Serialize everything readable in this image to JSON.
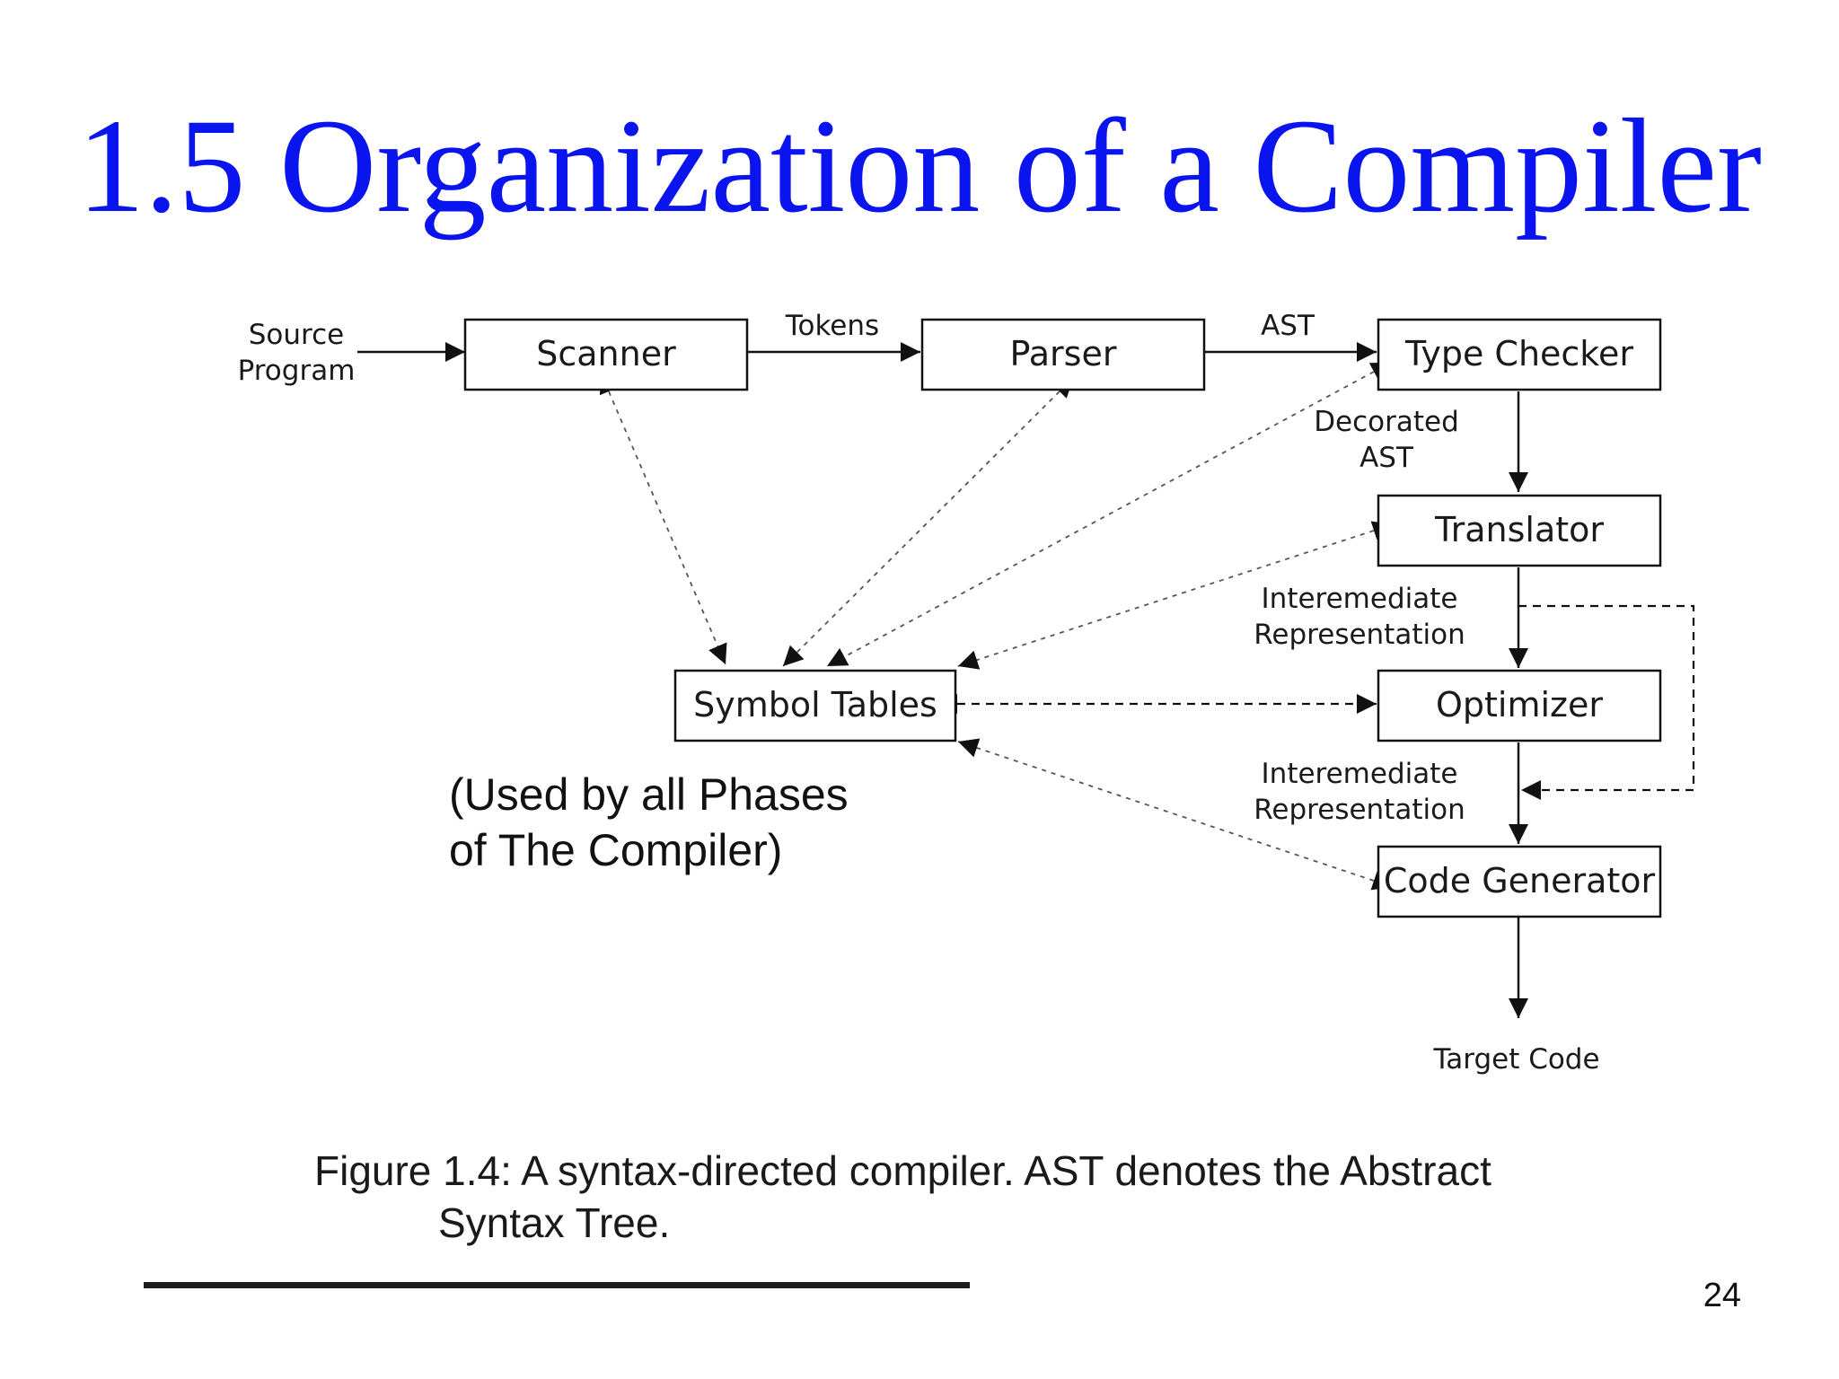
{
  "slide": {
    "title": "1.5 Organization of a Compiler",
    "page_number": "24",
    "note_line1": "(Used by all Phases",
    "note_line2": "of  The Compiler)"
  },
  "diagram": {
    "nodes": {
      "scanner": "Scanner",
      "parser": "Parser",
      "type_checker": "Type Checker",
      "translator": "Translator",
      "optimizer": "Optimizer",
      "code_generator": "Code Generator",
      "symbol_tables": "Symbol Tables"
    },
    "labels": {
      "source_line1": "Source",
      "source_line2": "Program",
      "tokens": "Tokens",
      "ast": "AST",
      "decorated_line1": "Decorated",
      "decorated_line2": "AST",
      "ir1_line1": "Interemediate",
      "ir1_line2": "Representation",
      "ir2_line1": "Interemediate",
      "ir2_line2": "Representation",
      "target_code": "Target Code"
    }
  },
  "caption": {
    "line1": "Figure 1.4: A syntax-directed compiler. AST denotes the Abstract",
    "line2": "Syntax Tree."
  }
}
